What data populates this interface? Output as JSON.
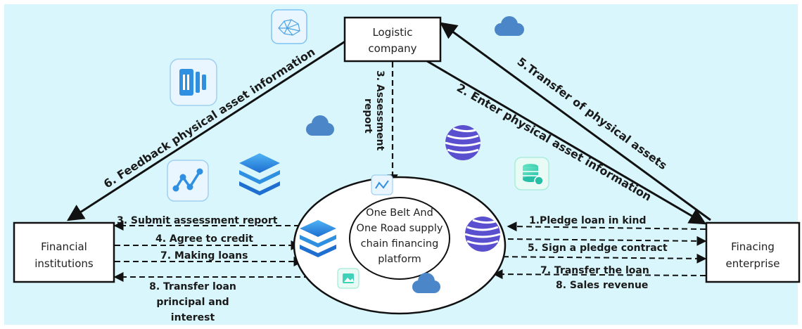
{
  "nodes": {
    "logistic": {
      "line1": "Logistic",
      "line2": "company"
    },
    "financial": {
      "line1": "Financial",
      "line2": "institutions"
    },
    "enterprise": {
      "line1": "Finacing",
      "line2": "enterprise"
    },
    "platform": {
      "line1": "One Belt And",
      "line2": "One Road supply",
      "line3": "chain financing",
      "line4": "platform"
    }
  },
  "edges": {
    "e6": "6. Feedback physical asset information",
    "e5": "5.Transfer of physical assets",
    "e2": "2. Enter physical asset information",
    "e3a_line1": "3. Assessment",
    "e3a_line2": "report",
    "e3b": "3. Submit assessment report",
    "e4": "4. Agree to credit",
    "e7l": "7. Making loans",
    "e8l_line1": "8. Transfer loan",
    "e8l_line2": "principal and",
    "e8l_line3": "interest",
    "e1": "1.Pledge loan in kind",
    "e5r": "5. Sign a pledge contract",
    "e7r": "7. Transfer the loan",
    "e8r": "8. Sales revenue"
  },
  "colors": {
    "background": "#d8f6fb",
    "icon_blue": "#2f8fe0",
    "icon_purple": "#5a4fcf",
    "icon_teal": "#3fd2b8",
    "cloud": "#4a86c8"
  },
  "icons": [
    "network-icon",
    "cloud-icon",
    "document-chart-icon",
    "layers-icon",
    "globe-icon",
    "database-icon",
    "line-chart-icon",
    "image-icon"
  ]
}
